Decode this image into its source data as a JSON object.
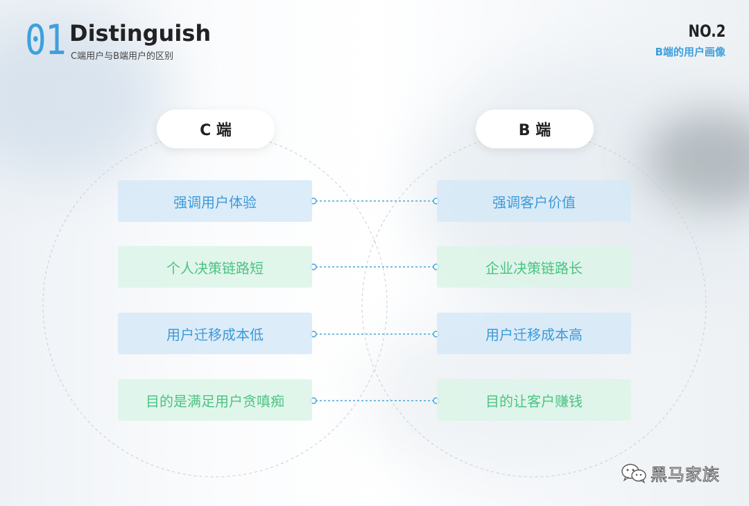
{
  "header": {
    "number": "01",
    "title": "Distinguish",
    "subtitle": "C端用户与B端用户的区别",
    "page_no": "NO.2",
    "page_sub": "B端的用户画像"
  },
  "columns": {
    "c_label": "C 端",
    "b_label": "B 端"
  },
  "rows": [
    {
      "c": "强调用户体验",
      "b": "强调客户价值",
      "color": "blue"
    },
    {
      "c": "个人决策链路短",
      "b": "企业决策链路长",
      "color": "green"
    },
    {
      "c": "用户迁移成本低",
      "b": "用户迁移成本高",
      "color": "blue"
    },
    {
      "c": "目的是满足用户贪嗔痴",
      "b": "目的让客户赚钱",
      "color": "green"
    }
  ],
  "colors": {
    "accent_blue": "#3fa0dc",
    "box_blue_text": "#3d9ad8",
    "box_green_text": "#4cc383",
    "connector": "#45a6dc"
  },
  "watermark": {
    "text": "黑马家族",
    "icon": "wechat-icon"
  }
}
